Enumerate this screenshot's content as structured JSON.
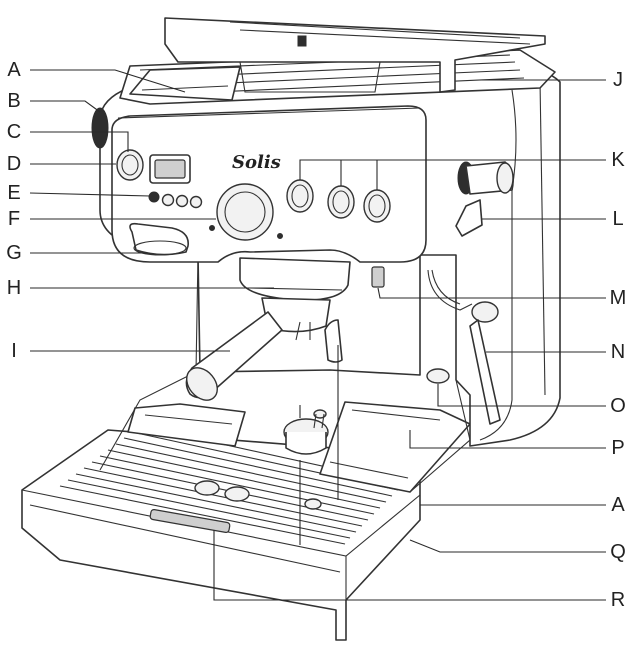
{
  "brand_logo": "Solis",
  "parts_left": [
    {
      "letter": "A"
    },
    {
      "letter": "B"
    },
    {
      "letter": "C"
    },
    {
      "letter": "D"
    },
    {
      "letter": "E"
    },
    {
      "letter": "F"
    },
    {
      "letter": "G"
    },
    {
      "letter": "H"
    },
    {
      "letter": "I"
    }
  ],
  "parts_right": [
    {
      "letter": "J"
    },
    {
      "letter": "K"
    },
    {
      "letter": "L"
    },
    {
      "letter": "M"
    },
    {
      "letter": "N"
    },
    {
      "letter": "O"
    },
    {
      "letter": "P"
    },
    {
      "letter": "A"
    },
    {
      "letter": "Q"
    },
    {
      "letter": "R"
    }
  ]
}
